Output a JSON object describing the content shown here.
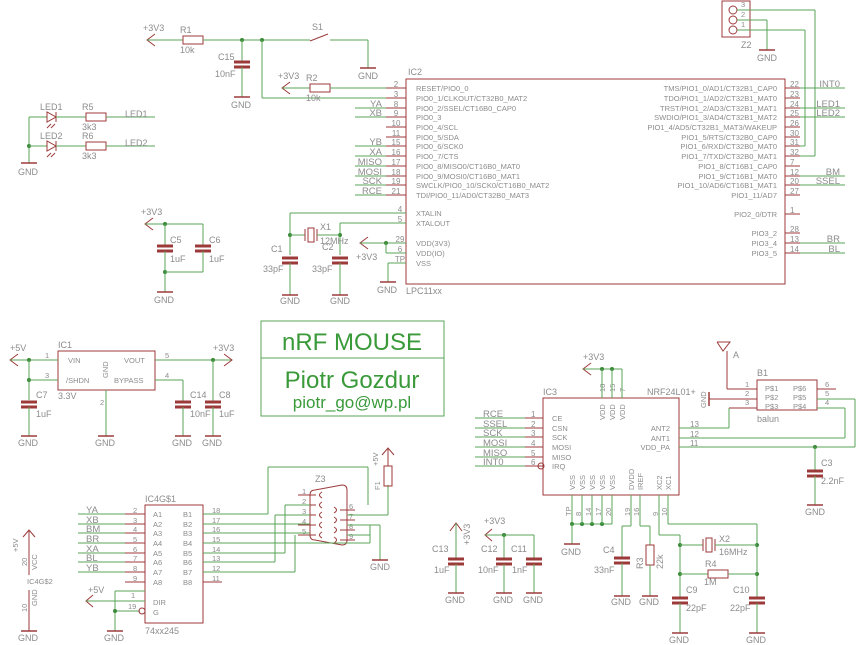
{
  "title_block": {
    "project": "nRF MOUSE",
    "author": "Piotr Gozdur",
    "email": "piotr_go@wp.pl"
  },
  "supplies": {
    "v33": "+3V3",
    "v5": "+5V",
    "gnd": "GND"
  },
  "components": {
    "R1": {
      "name": "R1",
      "value": "10k"
    },
    "R2": {
      "name": "R2",
      "value": "10k"
    },
    "R3": {
      "name": "R3",
      "value": "22k"
    },
    "R4": {
      "name": "R4",
      "value": "1M"
    },
    "R5": {
      "name": "R5",
      "value": "3k3"
    },
    "R6": {
      "name": "R6",
      "value": "3k3"
    },
    "C1": {
      "name": "C1",
      "value": "33pF"
    },
    "C2": {
      "name": "C2",
      "value": "33pF"
    },
    "C3": {
      "name": "C3",
      "value": "2.2nF"
    },
    "C4": {
      "name": "C4",
      "value": "33nF"
    },
    "C5": {
      "name": "C5",
      "value": "1uF"
    },
    "C6": {
      "name": "C6",
      "value": "1uF"
    },
    "C7": {
      "name": "C7",
      "value": "1uF"
    },
    "C8": {
      "name": "C8",
      "value": "1uF"
    },
    "C9": {
      "name": "C9",
      "value": "22pF"
    },
    "C10": {
      "name": "C10",
      "value": "22pF"
    },
    "C11": {
      "name": "C11",
      "value": "1nF"
    },
    "C12": {
      "name": "C12",
      "value": "10nF"
    },
    "C13": {
      "name": "C13",
      "value": "1uF"
    },
    "C14": {
      "name": "C14",
      "value": "10nF"
    },
    "C15": {
      "name": "C15",
      "value": "10nF"
    },
    "X1": {
      "name": "X1",
      "value": "12MHz"
    },
    "X2": {
      "name": "X2",
      "value": "16MHz"
    },
    "S1": {
      "name": "S1"
    },
    "LED1": {
      "name": "LED1"
    },
    "LED2": {
      "name": "LED2"
    },
    "F1": {
      "name": "F1"
    },
    "Z2": {
      "name": "Z2",
      "pins": [
        "3",
        "2",
        "1"
      ]
    },
    "Z3": {
      "name": "Z3",
      "pins_left": [
        "1",
        "2",
        "3",
        "4",
        "5"
      ],
      "pins_right": [
        "6",
        "7",
        "8",
        "9"
      ]
    },
    "B1": {
      "name": "B1",
      "value": "balun",
      "pins_left": [
        {
          "num": "1",
          "name": "P$1"
        },
        {
          "num": "2",
          "name": "P$2"
        },
        {
          "num": "3",
          "name": "P$3"
        }
      ],
      "pins_right": [
        {
          "num": "6",
          "name": "P$6"
        },
        {
          "num": "5",
          "name": "P$5"
        },
        {
          "num": "4",
          "name": "P$4"
        }
      ]
    },
    "antenna": {
      "name": "A"
    }
  },
  "ic1": {
    "name": "IC1",
    "value": "3.3V",
    "pins": [
      {
        "num": "1",
        "name": "VIN"
      },
      {
        "num": "3",
        "name": "/SHDN"
      },
      {
        "num": "5",
        "name": "VOUT"
      },
      {
        "num": "4",
        "name": "BYPASS"
      },
      {
        "num": "2",
        "name": "GND"
      }
    ]
  },
  "ic2": {
    "name": "IC2",
    "value": "LPC11xx",
    "left_pins": [
      {
        "num": "2",
        "name": "RESET/PIO0_0",
        "net": ""
      },
      {
        "num": "3",
        "name": "PIO0_1/CLKOUT/CT32B0_MAT2",
        "net": ""
      },
      {
        "num": "8",
        "name": "PIO0_2/SSEL/CT16B0_CAP0",
        "net": "YA"
      },
      {
        "num": "9",
        "name": "PIO0_3",
        "net": "XB"
      },
      {
        "num": "10",
        "name": "PIO0_4/SCL",
        "net": ""
      },
      {
        "num": "11",
        "name": "PIO0_5/SDA",
        "net": ""
      },
      {
        "num": "15",
        "name": "PIO0_6/SCK0",
        "net": "YB"
      },
      {
        "num": "16",
        "name": "PIO0_7/CTS",
        "net": "XA"
      },
      {
        "num": "17",
        "name": "PIO0_8/MISO0/CT16B0_MAT0",
        "net": "MISO"
      },
      {
        "num": "18",
        "name": "PIO0_9/MOSI0/CT16B0_MAT1",
        "net": "MOSI"
      },
      {
        "num": "19",
        "name": "SWCLK/PIO0_10/SCK0/CT16B0_MAT2",
        "net": "SCK"
      },
      {
        "num": "21",
        "name": "TDI/PIO0_11/AD0/CT32B0_MAT3",
        "net": "RCE"
      }
    ],
    "left_pins_lower": [
      {
        "num": "4",
        "name": "XTALIN"
      },
      {
        "num": "5",
        "name": "XTALOUT"
      },
      {
        "num": "29",
        "name": "VDD(3V3)"
      },
      {
        "num": "6",
        "name": "VDD(IO)"
      },
      {
        "num": "TP",
        "name": "VSS"
      }
    ],
    "right_pins": [
      {
        "num": "22",
        "name": "TMS/PIO1_0/AD1/CT32B1_CAP0",
        "net": "INT0"
      },
      {
        "num": "23",
        "name": "TDO/PIO1_1/AD2/CT32B1_MAT0",
        "net": ""
      },
      {
        "num": "24",
        "name": "TRST/PIO1_2/AD3/CT32B1_MAT1",
        "net": "LED1"
      },
      {
        "num": "25",
        "name": "SWDIO/PIO1_3/AD4/CT32B1_MAT2",
        "net": "LED2"
      },
      {
        "num": "26",
        "name": "PIO1_4/AD5/CT32B1_MAT3/WAKEUP",
        "net": ""
      },
      {
        "num": "30",
        "name": "PIO1_5/RTS/CT32B0_CAP0",
        "net": ""
      },
      {
        "num": "31",
        "name": "PIO1_6/RXD/CT32B0_MAT0",
        "net": ""
      },
      {
        "num": "32",
        "name": "PIO1_7/TXD/CT32B0_MAT1",
        "net": ""
      },
      {
        "num": "7",
        "name": "PIO1_8/CT16B1_CAP0",
        "net": ""
      },
      {
        "num": "12",
        "name": "PIO1_9/CT16B1_MAT0",
        "net": "BM"
      },
      {
        "num": "20",
        "name": "PIO1_10/AD6/CT16B1_MAT1",
        "net": "SSEL"
      },
      {
        "num": "27",
        "name": "PIO1_11/AD7",
        "net": ""
      },
      {
        "num": "1",
        "name": "PIO2_0/DTR",
        "net": ""
      },
      {
        "num": "28",
        "name": "PIO3_2",
        "net": ""
      },
      {
        "num": "13",
        "name": "PIO3_4",
        "net": "BR"
      },
      {
        "num": "14",
        "name": "PIO3_5",
        "net": "BL"
      }
    ]
  },
  "ic3": {
    "name": "IC3",
    "value": "NRF24L01+",
    "left_pins": [
      {
        "num": "1",
        "name": "CE",
        "net": "RCE"
      },
      {
        "num": "2",
        "name": "CSN",
        "net": "SSEL"
      },
      {
        "num": "3",
        "name": "SCK",
        "net": "SCK"
      },
      {
        "num": "4",
        "name": "MOSI",
        "net": "MOSI"
      },
      {
        "num": "5",
        "name": "MISO",
        "net": "MISO"
      },
      {
        "num": "6",
        "name": "IRQ",
        "net": "INT0"
      }
    ],
    "top_pins": [
      {
        "num": "18",
        "name": "VDD"
      },
      {
        "num": "15",
        "name": "VDD"
      },
      {
        "num": "7",
        "name": "VDD"
      }
    ],
    "right_pins": [
      {
        "num": "13",
        "name": "ANT2"
      },
      {
        "num": "12",
        "name": "ANT1"
      },
      {
        "num": "11",
        "name": "VDD_PA"
      }
    ],
    "bottom_pins": [
      {
        "num": "TP",
        "name": "VSS"
      },
      {
        "num": "8",
        "name": "VSS"
      },
      {
        "num": "14",
        "name": "VSS"
      },
      {
        "num": "17",
        "name": "VSS"
      },
      {
        "num": "20",
        "name": "VSS"
      },
      {
        "num": "19",
        "name": "DVDD"
      },
      {
        "num": "16",
        "name": "IREF"
      },
      {
        "num": "9",
        "name": "XC2"
      },
      {
        "num": "10",
        "name": "XC1"
      }
    ]
  },
  "ic4": {
    "name": "IC4G$1",
    "value": "74xx245",
    "power_name": "IC4G$2",
    "a_pins": [
      {
        "num": "2",
        "name": "A1",
        "net": "YA"
      },
      {
        "num": "3",
        "name": "A2",
        "net": "XB"
      },
      {
        "num": "4",
        "name": "A3",
        "net": "BM"
      },
      {
        "num": "5",
        "name": "A4",
        "net": "BR"
      },
      {
        "num": "6",
        "name": "A5",
        "net": "XA"
      },
      {
        "num": "7",
        "name": "A6",
        "net": "BL"
      },
      {
        "num": "8",
        "name": "A7",
        "net": "YB"
      },
      {
        "num": "9",
        "name": "A8",
        "net": ""
      }
    ],
    "b_pins": [
      {
        "num": "18",
        "name": "B1"
      },
      {
        "num": "17",
        "name": "B2"
      },
      {
        "num": "16",
        "name": "B3"
      },
      {
        "num": "15",
        "name": "B4"
      },
      {
        "num": "14",
        "name": "B5"
      },
      {
        "num": "13",
        "name": "B6"
      },
      {
        "num": "12",
        "name": "B7"
      },
      {
        "num": "11",
        "name": "B8"
      }
    ],
    "ctrl_pins": [
      {
        "num": "1",
        "name": "DIR"
      },
      {
        "num": "19",
        "name": "G"
      }
    ],
    "power_pins": [
      {
        "num": "20",
        "name": "VCC"
      },
      {
        "num": "10",
        "name": "GND"
      }
    ]
  },
  "net_labels": {
    "led1": "LED1",
    "led2": "LED2",
    "int0": "INT0"
  }
}
